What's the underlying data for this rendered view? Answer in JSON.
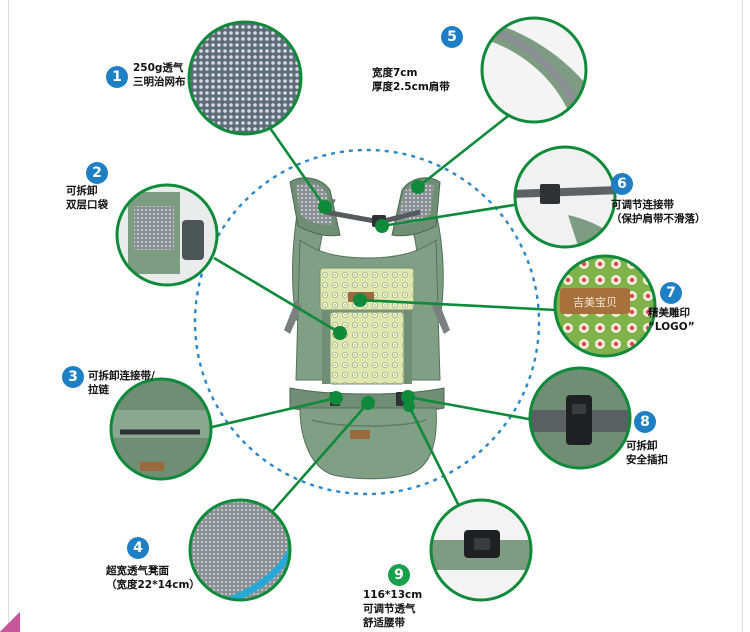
{
  "features": [
    {
      "number": "1",
      "lines": [
        "250g透气",
        "三明治网布"
      ],
      "icon": "mesh-fabric-closeup"
    },
    {
      "number": "2",
      "lines": [
        "可拆卸",
        "双层口袋"
      ],
      "icon": "pocket-closeup"
    },
    {
      "number": "3",
      "lines": [
        "可拆卸连接带/",
        "拉链"
      ],
      "icon": "zipper-closeup"
    },
    {
      "number": "4",
      "lines": [
        "超宽透气凳面",
        "（宽度22*14cm）"
      ],
      "icon": "seat-mesh-closeup"
    },
    {
      "number": "5",
      "lines": [
        "宽度7cm",
        "厚度2.5cm肩带"
      ],
      "icon": "shoulder-strap-closeup"
    },
    {
      "number": "6",
      "lines": [
        "可调节连接带",
        "（保护肩带不滑落）"
      ],
      "icon": "buckle-strap-closeup"
    },
    {
      "number": "7",
      "lines": [
        "精美雕印",
        "“LOGO”"
      ],
      "icon": "logo-patch-closeup"
    },
    {
      "number": "8",
      "lines": [
        "可拆卸",
        "安全插扣"
      ],
      "icon": "safety-buckle-closeup"
    },
    {
      "number": "9",
      "lines": [
        "116*13cm",
        "可调节透气",
        "舒适腰带"
      ],
      "icon": "waist-belt-closeup"
    }
  ],
  "logo_patch_text": "吉美宝贝",
  "colors": {
    "badge_blue": "#1f7fc4",
    "badge_green": "#19a04a",
    "callout_line": "#0f8a3a",
    "carrier_green": "#7d9c82",
    "dashed_circle": "#2a86c9"
  }
}
